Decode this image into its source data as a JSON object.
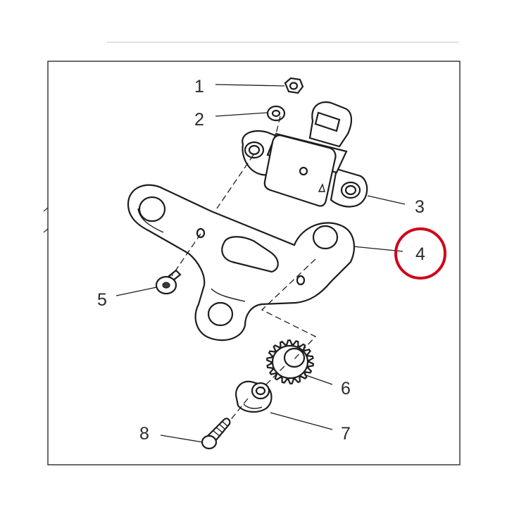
{
  "diagram": {
    "callouts": [
      {
        "id": "1",
        "label": "1"
      },
      {
        "id": "2",
        "label": "2"
      },
      {
        "id": "3",
        "label": "3"
      },
      {
        "id": "4",
        "label": "4"
      },
      {
        "id": "5",
        "label": "5"
      },
      {
        "id": "6",
        "label": "6"
      },
      {
        "id": "7",
        "label": "7"
      },
      {
        "id": "8",
        "label": "8"
      }
    ],
    "highlighted_callout": "4",
    "highlight_color": "#d0021b",
    "line_color": "#1d1d1d"
  }
}
